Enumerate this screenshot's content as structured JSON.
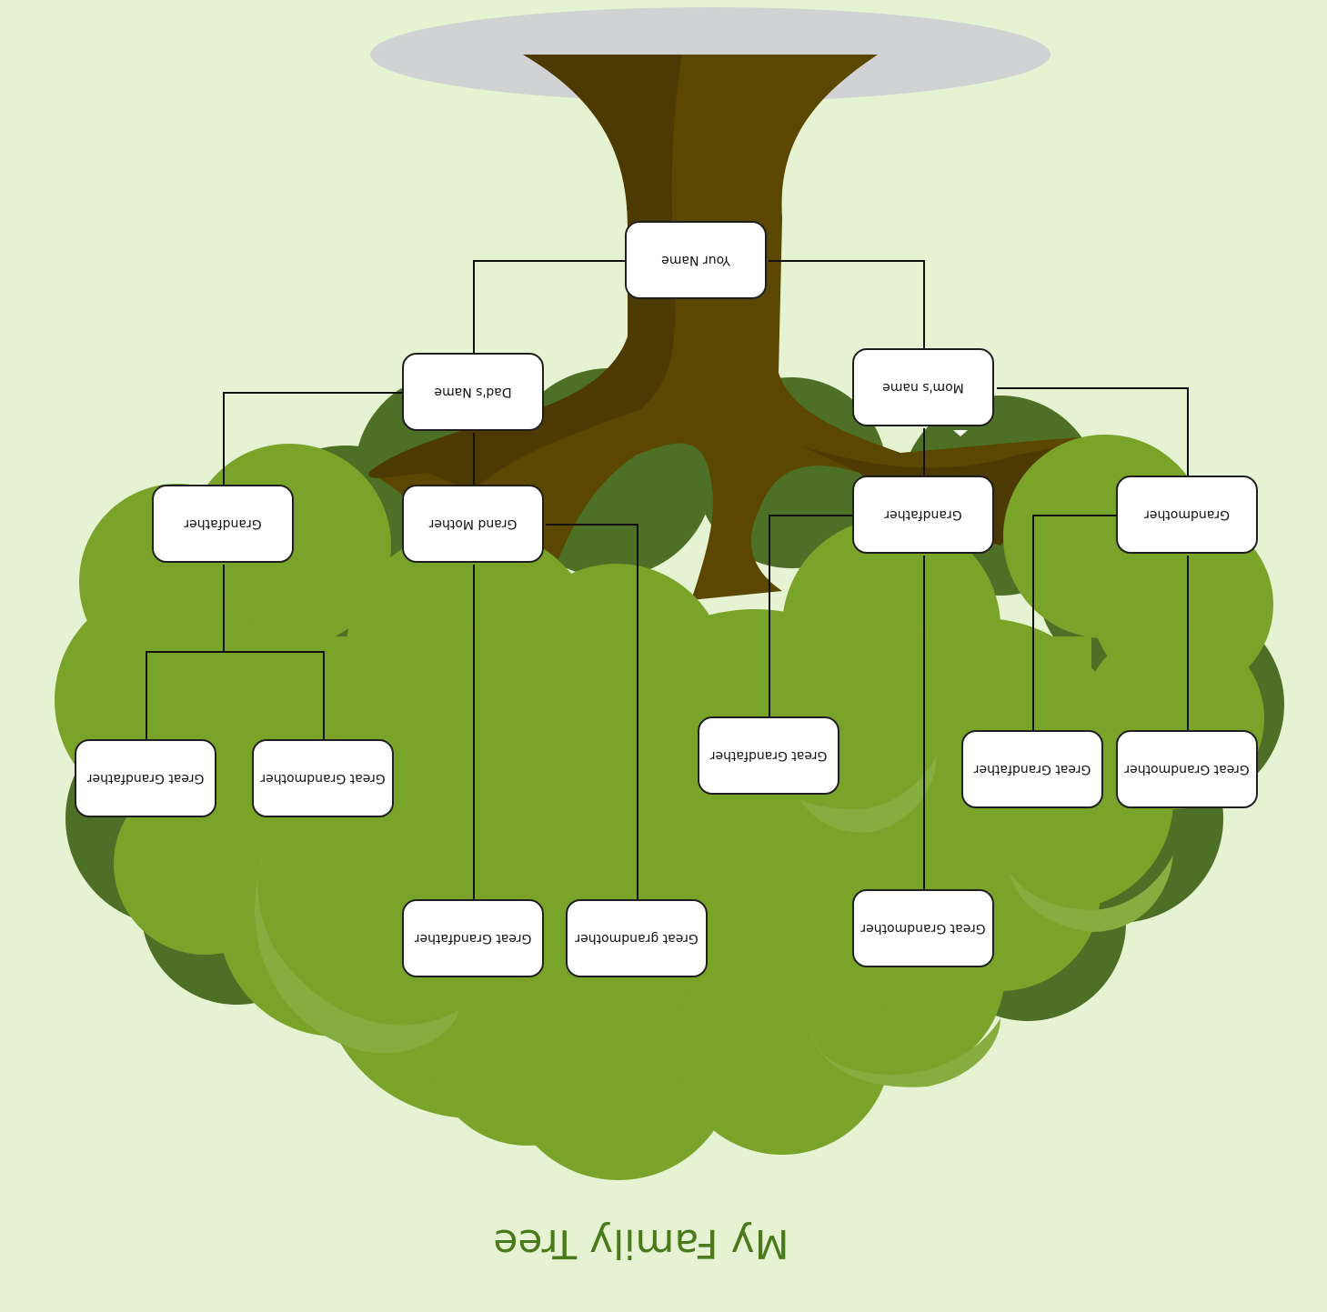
{
  "title": "My Family Tree",
  "colors": {
    "background": "#e6f3d2",
    "canopy_light": "#7aa329",
    "canopy_dark": "#4d7026",
    "canopy_highlight": "#86ad40",
    "trunk": "#5c4700",
    "trunk_shade": "#4c3a02",
    "ground_shadow": "#d0d2d3",
    "title_text": "#4a7a1b"
  },
  "nodes": {
    "you": "Your Name",
    "dad": "Dad's Name",
    "mom": "Mom's name",
    "paternal_grandfather": "Grandfather",
    "paternal_grandmother": "Grand Mother",
    "maternal_grandfather": "Grandfather",
    "maternal_grandmother": "Grandmother",
    "pgf_great_grandfather": "Great Grandfather",
    "pgf_great_grandmother": "Great Grandmother",
    "pgm_great_grandfather": "Great Grandfather",
    "pgm_great_grandmother": "Great grandmother",
    "mgf_great_grandfather": "Great Grandfather",
    "mgf_great_grandmother": "Great Grandmother",
    "mgm_great_grandfather": "Great Grandfather",
    "mgm_great_grandmother": "Great Grandmother"
  }
}
